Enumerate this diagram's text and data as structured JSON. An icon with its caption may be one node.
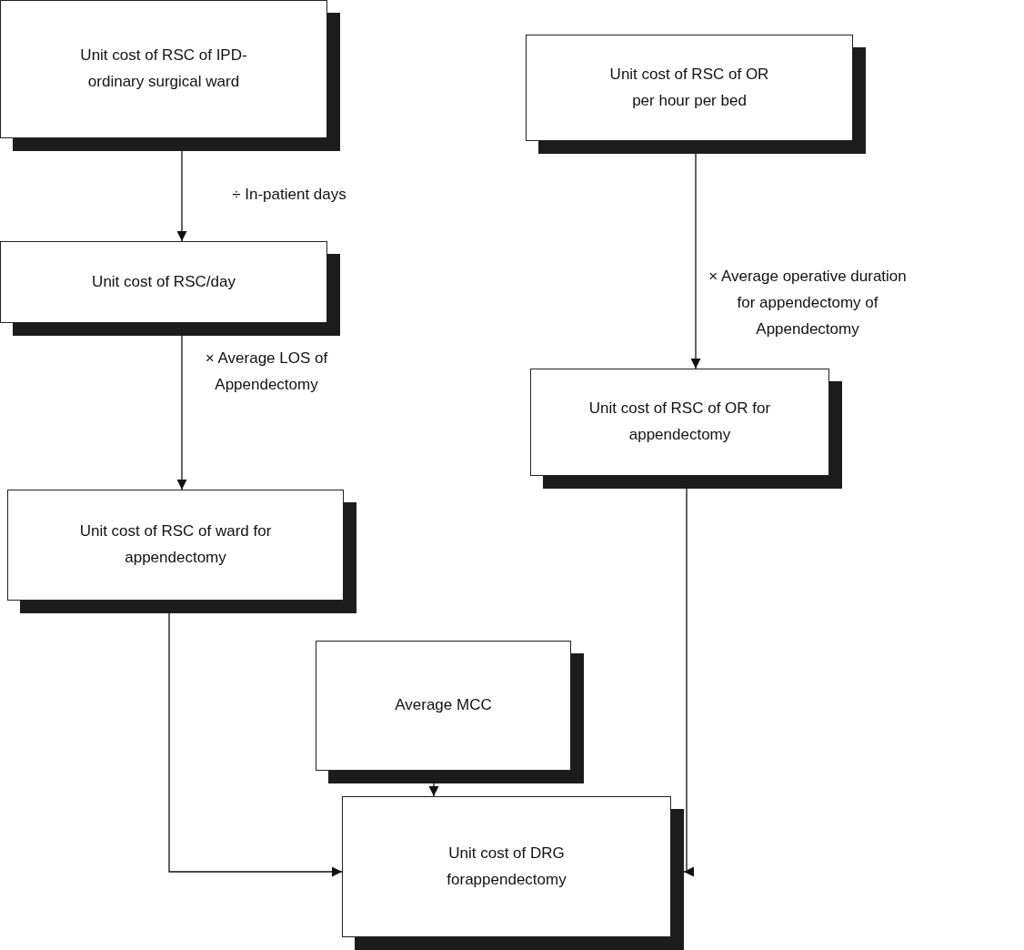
{
  "diagram": {
    "nodes": [
      {
        "text": [
          "Unit cost of RSC of IPD-ordinary surgical ward"
        ]
      },
      {
        "text": [
          "Unit cost of RSC/day"
        ]
      },
      {
        "text": [
          "Unit cost of RSC of ward for appendectomy"
        ]
      },
      {
        "text": [
          "Unit cost of RSC of OR per hour per bed"
        ]
      },
      {
        "text": [
          "Unit cost of RSC of OR for appendectomy"
        ]
      },
      {
        "text": [
          "Average MCC"
        ]
      },
      {
        "text": [
          "Unit cost of DRG forappendectomy"
        ]
      }
    ],
    "edges": [
      {
        "from": 0,
        "to": 1,
        "arrow": "to",
        "label": "÷ In-patient days"
      },
      {
        "from": 1,
        "to": 2,
        "arrow": "to",
        "label": "× Average LOS of Appendectomy"
      },
      {
        "from": 3,
        "to": 4,
        "arrow": "to",
        "label": "× Average operative duration for appendectomy of Appendectomy"
      },
      {
        "from": 2,
        "to": 6,
        "arrow": "to"
      },
      {
        "from": 4,
        "to": 6,
        "arrow": "to"
      },
      {
        "from": 5,
        "to": 6,
        "arrow": "to"
      }
    ]
  }
}
